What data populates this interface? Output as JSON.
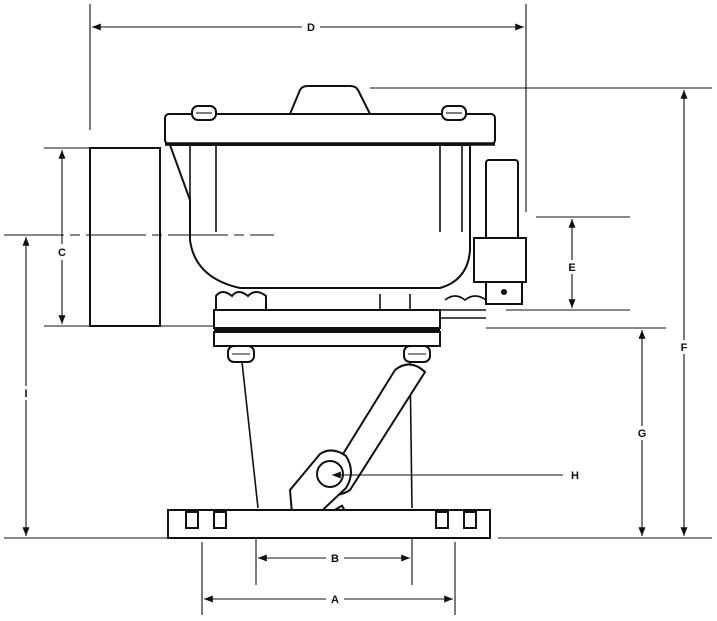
{
  "drawing": {
    "dimensions": [
      {
        "id": "A",
        "label": "A"
      },
      {
        "id": "B",
        "label": "B"
      },
      {
        "id": "C",
        "label": "C"
      },
      {
        "id": "D",
        "label": "D"
      },
      {
        "id": "E",
        "label": "E"
      },
      {
        "id": "F",
        "label": "F"
      },
      {
        "id": "G",
        "label": "G"
      },
      {
        "id": "H",
        "label": "H"
      },
      {
        "id": "I",
        "label": "I"
      }
    ]
  }
}
